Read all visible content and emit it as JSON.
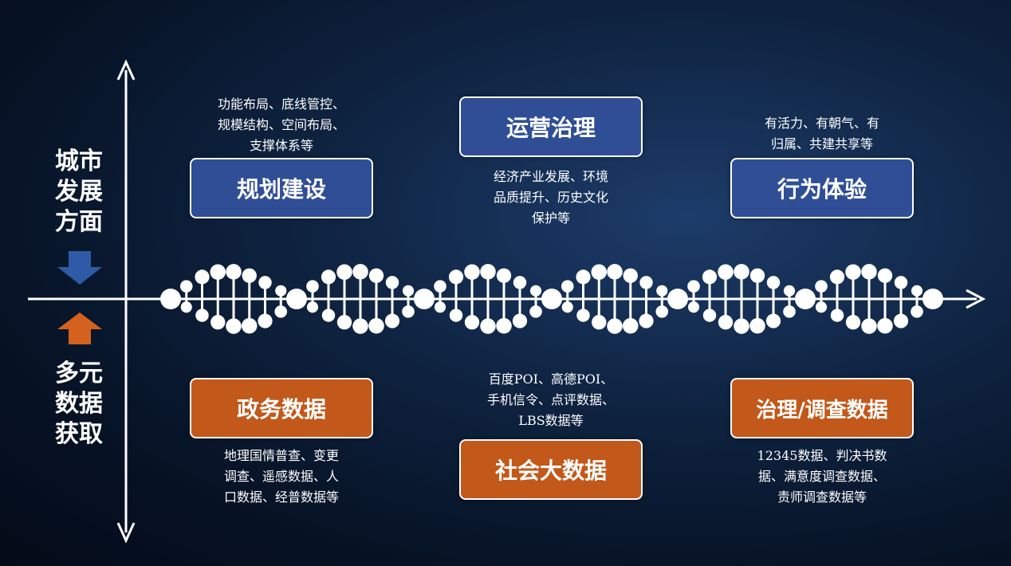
{
  "side_labels": {
    "top": "城市\n发展\n方面",
    "bottom": "多元\n数据\n获取"
  },
  "colors": {
    "blue_box": "#2f4e96",
    "orange_box": "#c2581a",
    "down_arrow": "#2f5aa8",
    "up_arrow": "#d4621e",
    "axis": "#ffffff"
  },
  "top_boxes": {
    "planning": "规划建设",
    "operations": "运营治理",
    "behavior": "行为体验"
  },
  "top_desc": {
    "planning": "功能布局、底线管控、\n规模结构、空间布局、\n支撑体系等",
    "operations": "经济产业发展、环境\n品质提升、历史文化\n保护等",
    "behavior": "有活力、有朝气、有\n归属、共建共享等"
  },
  "bottom_boxes": {
    "government": "政务数据",
    "social": "社会大数据",
    "governance": "治理/调查数据"
  },
  "bottom_desc": {
    "government": "地理国情普查、变更\n调查、遥感数据、人\n口数据、经普数据等",
    "social": "百度POI、高德POI、\n手机信令、点评数据、\nLBS数据等",
    "governance": "12345数据、判决书数\n据、满意度调查数据、\n责师调查数据等"
  }
}
